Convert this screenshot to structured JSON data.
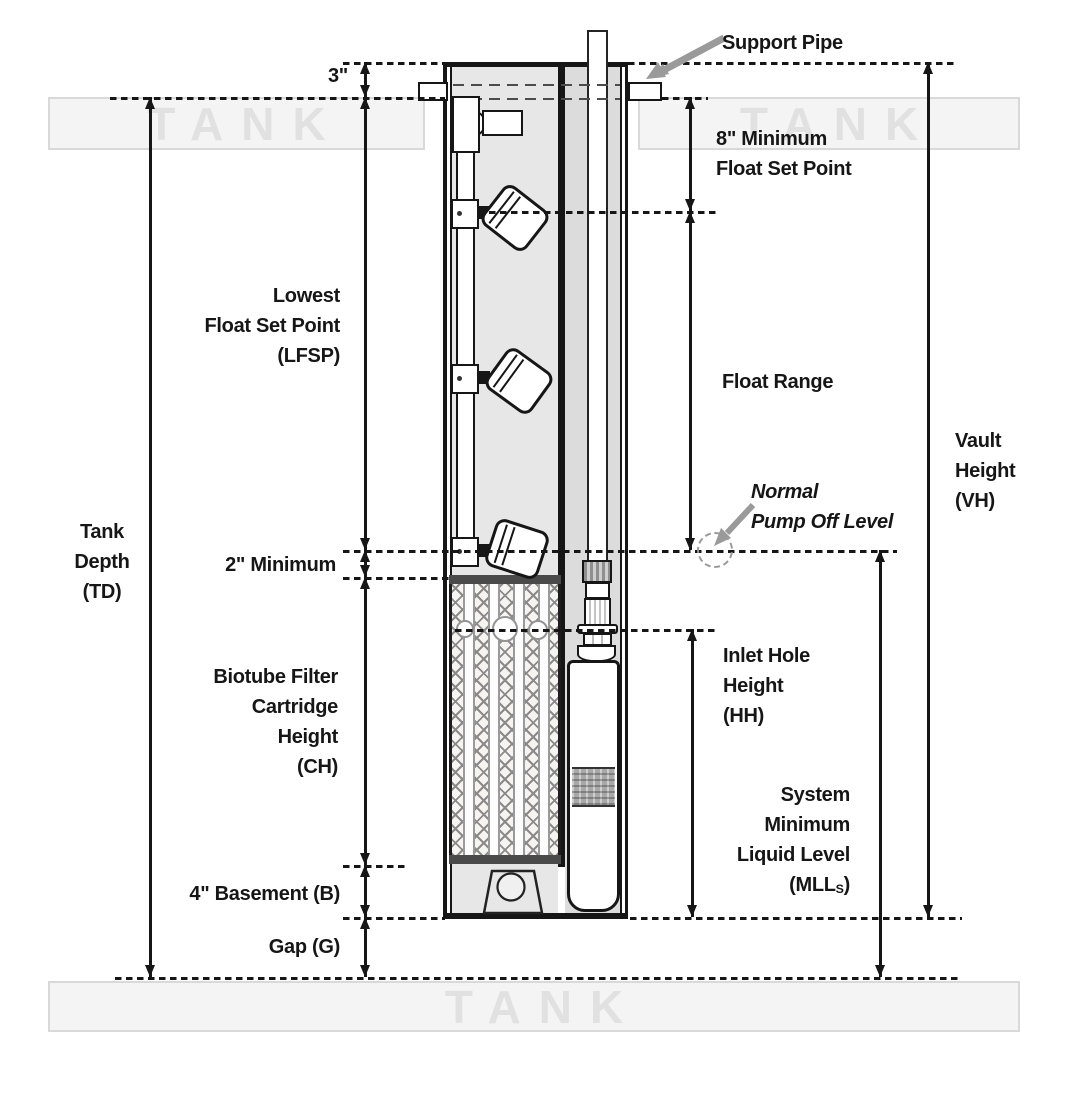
{
  "labels": {
    "support_pipe": "Support Pipe",
    "dim_3in": "3\"",
    "min_float_1": "8\" Minimum",
    "min_float_2": "Float Set Point",
    "lfsp": [
      "Lowest",
      "Float Set Point",
      "(LFSP)"
    ],
    "float_range": "Float Range",
    "vault_height": [
      "Vault",
      "Height",
      "(VH)"
    ],
    "pump_off": [
      "Normal",
      "Pump Off Level"
    ],
    "tank_depth": [
      "Tank",
      "Depth",
      "(TD)"
    ],
    "min_2in": "2\" Minimum",
    "biotube": [
      "Biotube Filter",
      "Cartridge",
      "Height",
      "(CH)"
    ],
    "inlet": [
      "Inlet Hole",
      "Height",
      "(HH)"
    ],
    "mll": [
      "System",
      "Minimum",
      "Liquid Level"
    ],
    "mll_paren_pre": "(MLL",
    "mll_sub": "S",
    "mll_paren_post": ")",
    "basement": "4\" Basement (B)",
    "gap": "Gap (G)",
    "tank": "TANK"
  },
  "colors": {
    "ink": "#161616",
    "gray_arrow": "#9a9a9a",
    "band_fill": "#f4f4f4",
    "band_border": "#d9d9d9",
    "band_text": "#e1e1e1",
    "vault_fill": "#e7e7e7",
    "pump_bay_fill": "#dcdcdc",
    "filter_bar": "#4a4a4a"
  }
}
